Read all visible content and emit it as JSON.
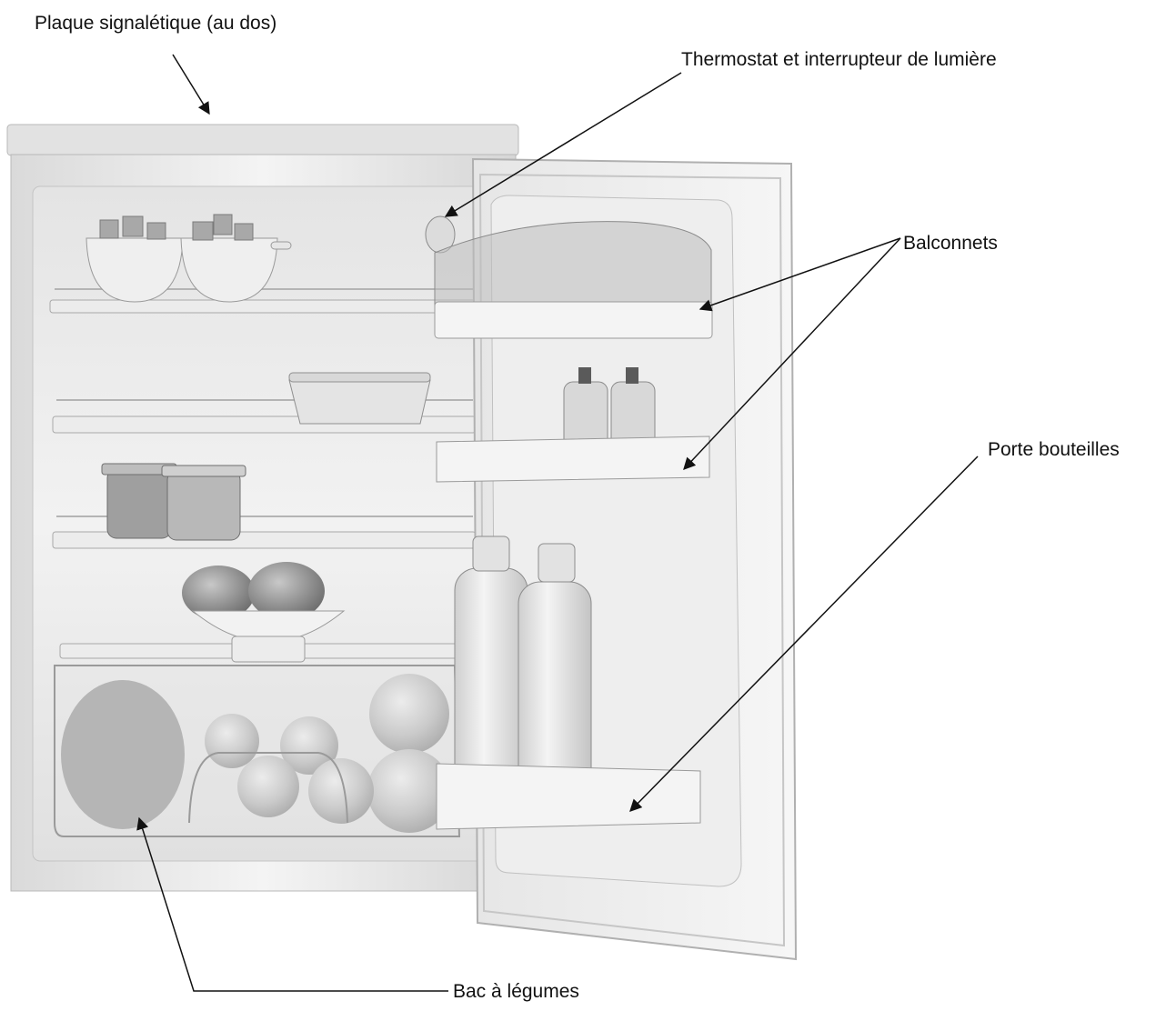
{
  "labels": {
    "plaque": "Plaque signalétique (au dos)",
    "thermostat": "Thermostat et interrupteur de lumière",
    "balconnets": "Balconnets",
    "porte_bouteilles": "Porte bouteilles",
    "bac_legumes": "Bac à légumes"
  },
  "colors": {
    "line": "#111111",
    "background": "#ffffff"
  }
}
